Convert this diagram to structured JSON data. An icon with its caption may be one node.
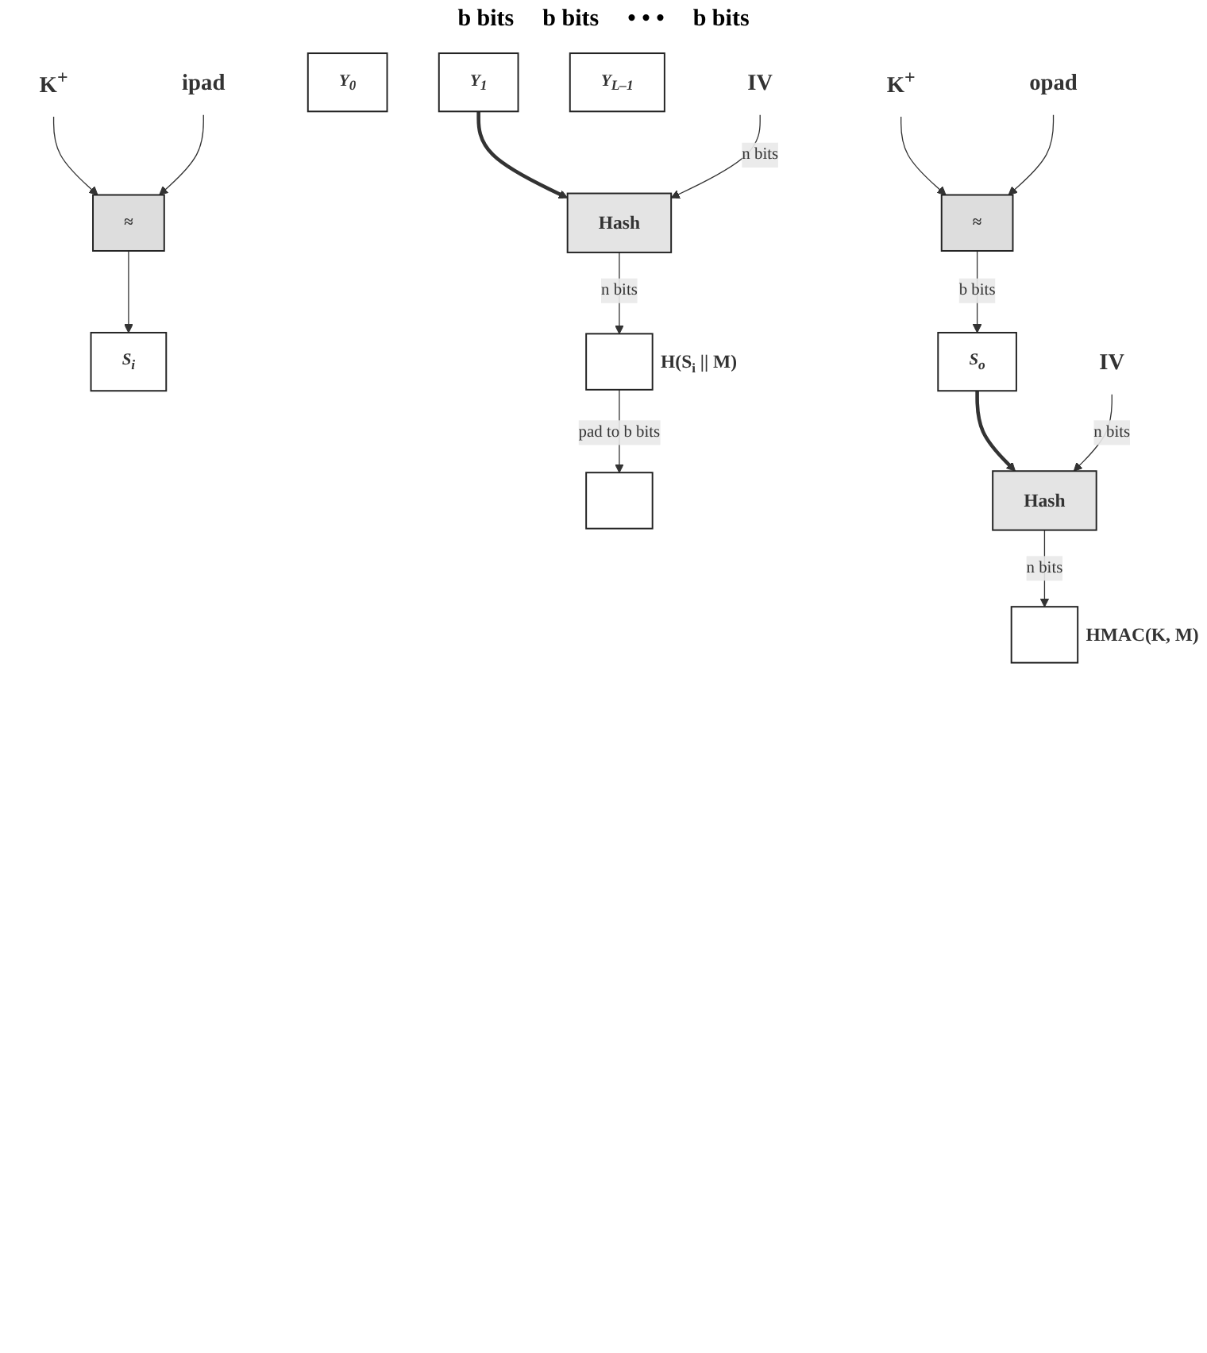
{
  "diagram": {
    "nodes": [
      {
        "text": [
          "K$^{+}$"
        ]
      },
      {
        "text": [
          "ipad"
        ]
      },
      {
        "text": [
          "≈"
        ]
      },
      {
        "text": [
          "S$_{i}$"
        ]
      },
      {
        "text": [
          "Y$_{0}$"
        ]
      },
      {
        "text": [
          "Y$_{1}$"
        ]
      },
      {
        "text": [
          "Y$_{L–1}$"
        ]
      },
      {
        "text": [
          "IV"
        ]
      },
      {
        "text": [
          "Hash"
        ]
      },
      {
        "text": [],
        "shape": "box",
        "beside": [
          "H(S$_{i}$ || M)"
        ]
      },
      {
        "text": [
          "K$^{+}$"
        ]
      },
      {
        "text": [
          "opad"
        ]
      },
      {
        "text": [
          "≈"
        ]
      },
      {
        "text": [
          "S$_{o}$"
        ]
      },
      {
        "text": [],
        "shape": "box"
      },
      {
        "text": [
          "IV"
        ]
      },
      {
        "text": [
          "Hash"
        ]
      },
      {
        "text": [],
        "shape": "box",
        "beside": [
          "HMAC(K, M)"
        ]
      }
    ],
    "edges": [
      {
        "from": 0,
        "to": 2,
        "arrow": "to"
      },
      {
        "from": 1,
        "to": 2,
        "arrow": "to"
      },
      {
        "from": 2,
        "to": 3,
        "arrow": "to"
      },
      {
        "from": 5,
        "to": 8,
        "arrow": "to",
        "style": "thick"
      },
      {
        "from": 7,
        "to": 8,
        "arrow": "to",
        "label": "n bits"
      },
      {
        "from": 8,
        "to": 9,
        "arrow": "to",
        "label": "n bits"
      },
      {
        "from": 10,
        "to": 12,
        "arrow": "to"
      },
      {
        "from": 11,
        "to": 12,
        "arrow": "to"
      },
      {
        "from": 12,
        "to": 13,
        "arrow": "to",
        "label": "b bits"
      },
      {
        "from": 9,
        "to": 14,
        "arrow": "to",
        "label": "pad to b bits"
      },
      {
        "from": 13,
        "to": 16,
        "arrow": "to",
        "style": "thick"
      },
      {
        "from": 15,
        "to": 16,
        "arrow": "to",
        "label": "n bits"
      },
      {
        "from": 16,
        "to": 17,
        "arrow": "to",
        "label": "n bits"
      }
    ],
    "labels": [
      "b bits",
      "b bits",
      "• • •",
      "b bits"
    ]
  }
}
